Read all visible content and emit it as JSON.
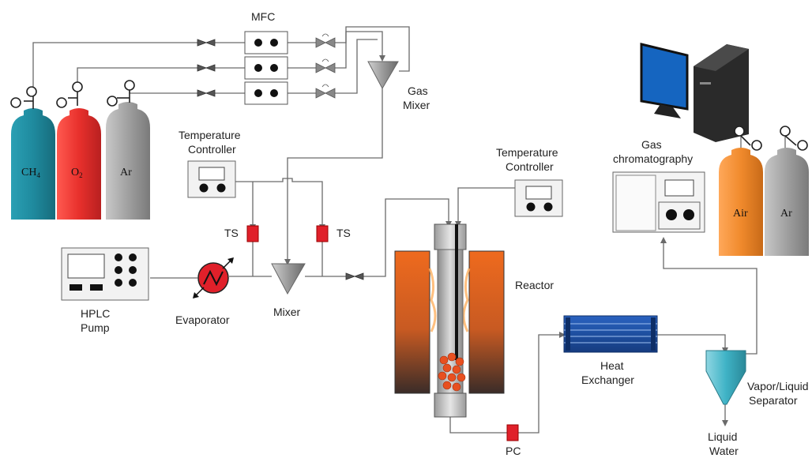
{
  "labels": {
    "mfc": "MFC",
    "gas_mixer_1": "Gas",
    "gas_mixer_2": "Mixer",
    "temp_ctrl_left_1": "Temperature",
    "temp_ctrl_left_2": "Controller",
    "temp_ctrl_right_1": "Temperature",
    "temp_ctrl_right_2": "Controller",
    "ts_left": "TS",
    "ts_right": "TS",
    "hplc_1": "HPLC",
    "hplc_2": "Pump",
    "evaporator": "Evaporator",
    "mixer": "Mixer",
    "reactor": "Reactor",
    "heat_exchanger_1": "Heat",
    "heat_exchanger_2": "Exchanger",
    "gc_1": "Gas",
    "gc_2": "chromatography",
    "separator_1": "Vapor/Liquid",
    "separator_2": "Separator",
    "liquid_1": "Liquid",
    "liquid_2": "Water",
    "pc": "PC"
  },
  "cylinders": {
    "ch4": {
      "label": "CH",
      "subscript": "4",
      "color": "#1f8a9e"
    },
    "o2": {
      "label": "O",
      "subscript": "2",
      "color": "#e8302c"
    },
    "ar_left": {
      "label": "Ar",
      "color": "#9a9a9a"
    },
    "air": {
      "label": "Air",
      "color": "#f08a2c"
    },
    "ar_right": {
      "label": "Ar",
      "color": "#9a9a9a"
    }
  },
  "colors": {
    "pipe": "#6a6a6a",
    "sensor": "#e0202a",
    "furnace": "#e8641c",
    "heat_exchanger": "#1e4fa0",
    "separator": "#3fb3c6",
    "catalyst": "#e85020",
    "monitor": "#1565c0"
  }
}
